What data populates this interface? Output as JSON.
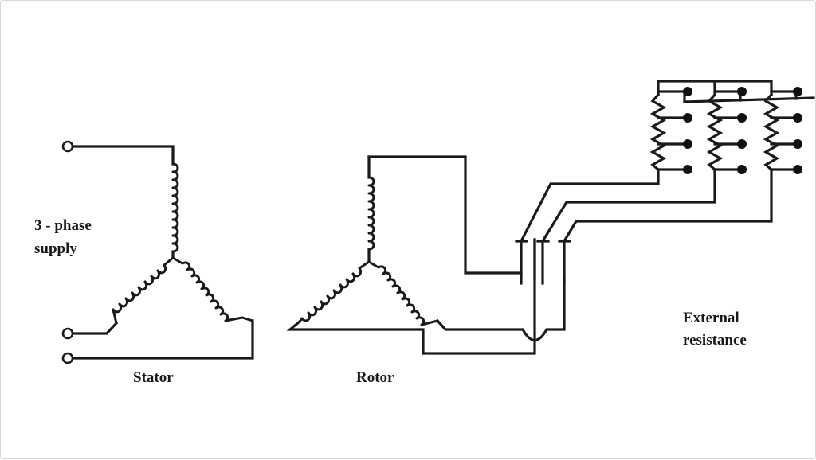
{
  "diagram": {
    "supply_label_line1": "3 - phase",
    "supply_label_line2": "supply",
    "stator_label": "Stator",
    "rotor_label": "Rotor",
    "resistance_label_line1": "External",
    "resistance_label_line2": "resistance",
    "line_color": "#1a1a1a",
    "background_color": "#ffffff"
  }
}
